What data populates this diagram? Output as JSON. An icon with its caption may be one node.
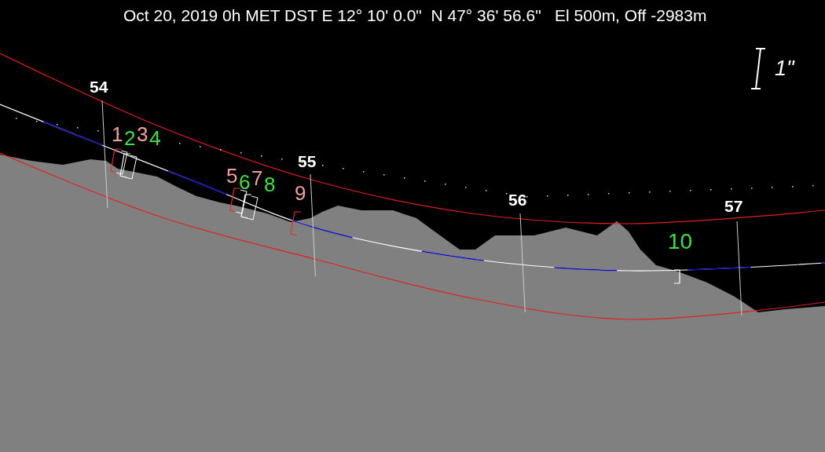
{
  "diagram": {
    "title": "Oct 20, 2019 0h MET DST E 12° 10' 0.0\"  N 47° 36' 56.6\"   El 500m, Off -2983m",
    "labels": [
      "1\"",
      "54",
      "55",
      "56",
      "57",
      "1",
      "2",
      "3",
      "4",
      "5",
      "6",
      "7",
      "8",
      "9",
      "10"
    ]
  }
}
